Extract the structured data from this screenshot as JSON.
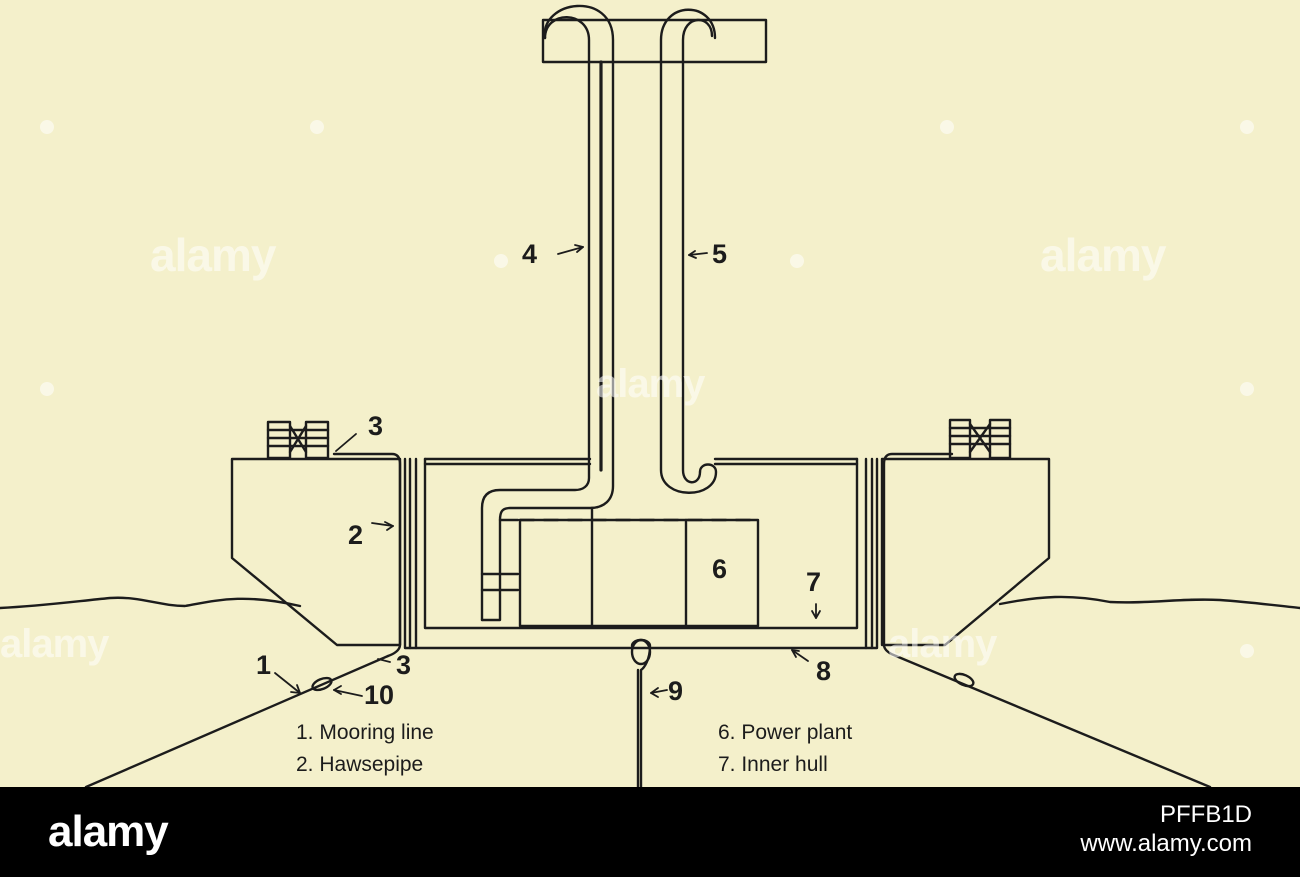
{
  "callouts": {
    "c1": "1",
    "c2": "2",
    "c3_top": "3",
    "c3_bottom": "3",
    "c4": "4",
    "c5": "5",
    "c6": "6",
    "c7": "7",
    "c8": "8",
    "c9": "9",
    "c10": "10"
  },
  "legend": [
    "1.  Mooring line",
    "2.  Hawsepipe",
    "6.  Power plant",
    "7.  Inner hull"
  ],
  "watermark": {
    "brand": "alamy"
  },
  "footer": {
    "logo": "alamy",
    "image_code": "PFFB1D",
    "url": "www.alamy.com"
  },
  "colors": {
    "paper": "#f4f0cb",
    "ink": "#1c1c1c",
    "footer": "#000000"
  }
}
